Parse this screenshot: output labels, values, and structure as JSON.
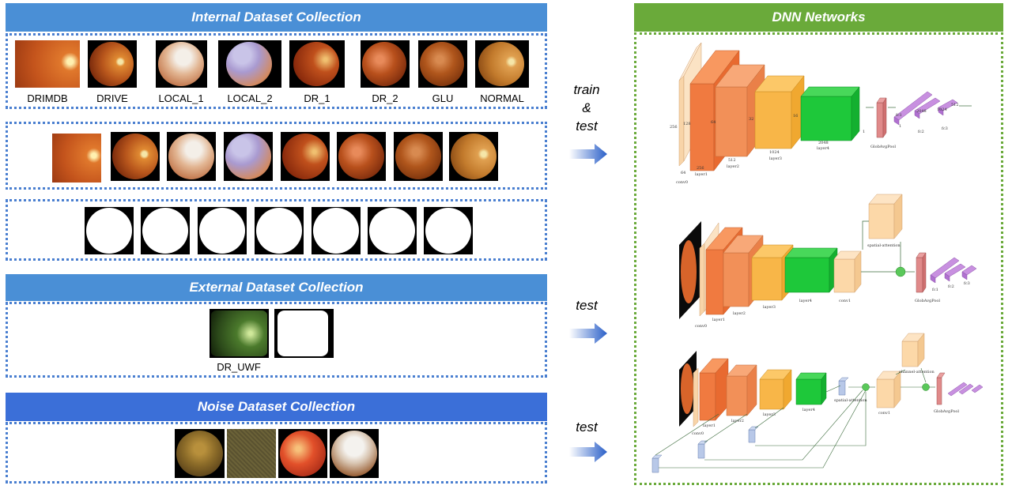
{
  "internal": {
    "title": "Internal Dataset Collection",
    "labels": [
      "DRIMDB",
      "DRIVE",
      "LOCAL_1",
      "LOCAL_2",
      "DR_1",
      "DR_2",
      "GLU",
      "NORMAL"
    ]
  },
  "external": {
    "title": "External Dataset Collection",
    "label": "DR_UWF"
  },
  "noise": {
    "title": "Noise Dataset Collection"
  },
  "arrows": {
    "first_line1": "train",
    "first_line2": "&",
    "first_line3": "test",
    "second": "test",
    "third": "test"
  },
  "dnn": {
    "title": "DNN Networks"
  },
  "net1": {
    "labels": [
      "conv0",
      "layer1",
      "layer2",
      "layer3",
      "layer4",
      "GlobAvgPool",
      "fc1",
      "fc2",
      "fc3"
    ],
    "dims": [
      "256",
      "128",
      "64",
      "32",
      "16",
      "64",
      "256",
      "512",
      "1024",
      "2048",
      "1",
      "1",
      "2048",
      "1024",
      "512"
    ]
  },
  "net2": {
    "labels": [
      "conv0",
      "layer1",
      "layer2",
      "layer3",
      "layer4",
      "conv1",
      "spatial-attention",
      "GlobAvgPool",
      "fc1",
      "fc2",
      "fc3"
    ]
  },
  "net3": {
    "labels": [
      "conv0",
      "layer1",
      "layer2",
      "layer3",
      "layer4",
      "conv1",
      "channel-attention",
      "spatial-attention",
      "GlobAvgPool"
    ]
  },
  "colors": {
    "blue_header": "#4a8fd6",
    "noise_header": "#3b6fd8",
    "green_header": "#6aaa3a"
  }
}
